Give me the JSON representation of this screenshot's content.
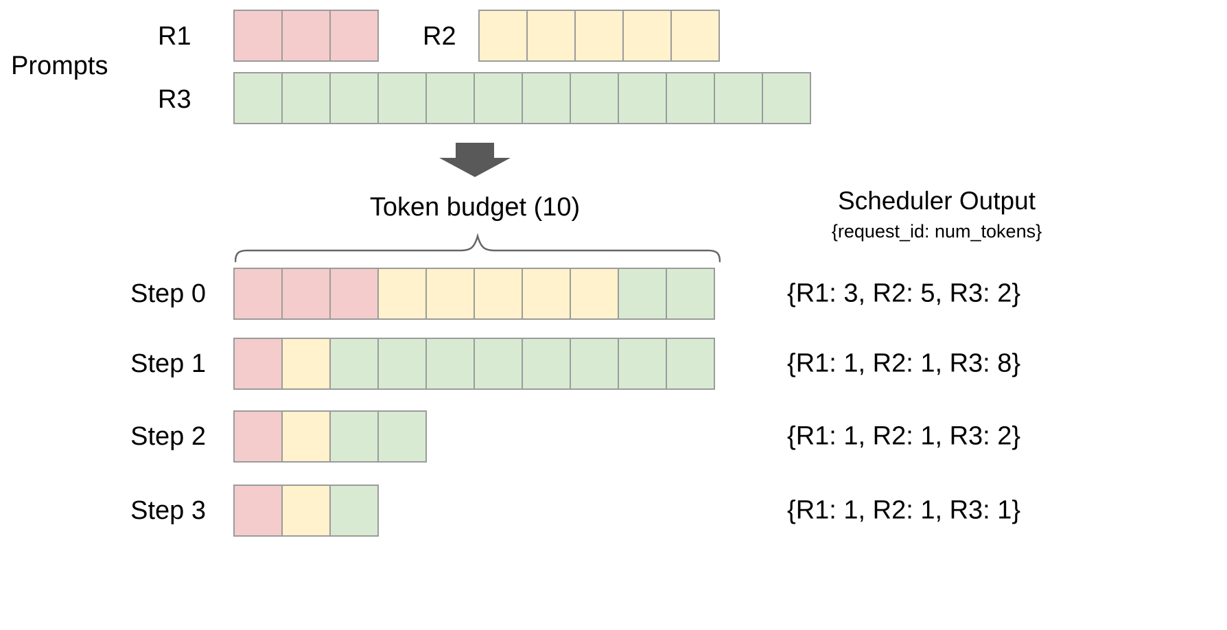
{
  "colors": {
    "r1_fill": "#f4cccc",
    "r2_fill": "#fff2cc",
    "r3_fill": "#d9ead3",
    "cell_border": "#9b9b9b",
    "arrow_fill": "#595959",
    "brace_stroke": "#666666"
  },
  "prompts": {
    "section_label": "Prompts",
    "requests": [
      {
        "label": "R1",
        "segments": [
          {
            "color_key": "r1_fill",
            "count": 3
          }
        ]
      },
      {
        "label": "R2",
        "segments": [
          {
            "color_key": "r2_fill",
            "count": 5
          }
        ]
      },
      {
        "label": "R3",
        "segments": [
          {
            "color_key": "r3_fill",
            "count": 12
          }
        ]
      }
    ]
  },
  "token_budget": {
    "label": "Token budget (10)",
    "value": 10
  },
  "scheduler_output": {
    "title": "Scheduler Output",
    "subtitle": "{request_id: num_tokens}"
  },
  "steps": [
    {
      "label": "Step 0",
      "segments": [
        {
          "color_key": "r1_fill",
          "count": 3
        },
        {
          "color_key": "r2_fill",
          "count": 5
        },
        {
          "color_key": "r3_fill",
          "count": 2
        }
      ],
      "output": "{R1: 3, R2: 5, R3: 2}"
    },
    {
      "label": "Step 1",
      "segments": [
        {
          "color_key": "r1_fill",
          "count": 1
        },
        {
          "color_key": "r2_fill",
          "count": 1
        },
        {
          "color_key": "r3_fill",
          "count": 8
        }
      ],
      "output": "{R1: 1, R2: 1, R3: 8}"
    },
    {
      "label": "Step 2",
      "segments": [
        {
          "color_key": "r1_fill",
          "count": 1
        },
        {
          "color_key": "r2_fill",
          "count": 1
        },
        {
          "color_key": "r3_fill",
          "count": 2
        }
      ],
      "output": "{R1: 1, R2: 1, R3: 2}"
    },
    {
      "label": "Step 3",
      "segments": [
        {
          "color_key": "r1_fill",
          "count": 1
        },
        {
          "color_key": "r2_fill",
          "count": 1
        },
        {
          "color_key": "r3_fill",
          "count": 1
        }
      ],
      "output": "{R1: 1, R2: 1, R3: 1}"
    }
  ]
}
